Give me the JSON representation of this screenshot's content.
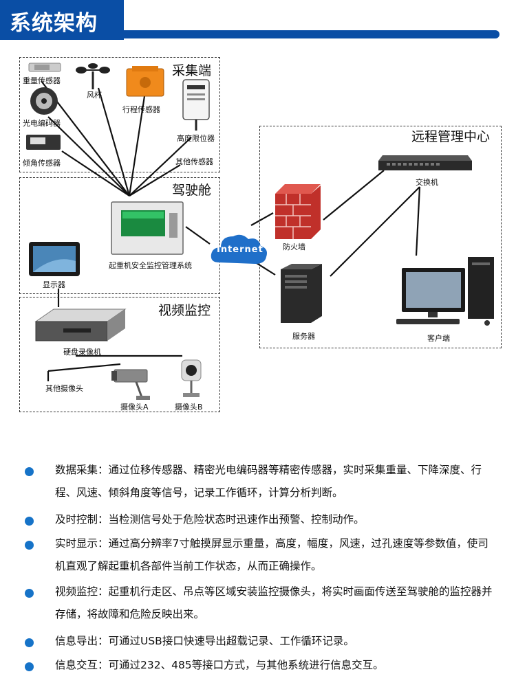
{
  "header": {
    "title": "系统架构"
  },
  "zones": {
    "collect": "采集端",
    "cab": "驾驶舱",
    "video": "视频监控",
    "remote": "远程管理中心"
  },
  "devices": {
    "weight_sensor": "重量传感器",
    "wind_cup": "风杯",
    "travel_sensor": "行程传感器",
    "encoder": "光电编码器",
    "height_limiter": "高度限位器",
    "tilt_sensor": "倾角传感器",
    "other_sensor": "其他传感器",
    "monitor_system": "起重机安全监控管理系统",
    "display": "显示器",
    "dvr": "硬盘录像机",
    "other_camera": "其他摄像头",
    "camera_a": "摄像头A",
    "camera_b": "摄像头B",
    "internet": "Internet",
    "switch": "交换机",
    "firewall": "防火墙",
    "server": "服务器",
    "client": "客户端"
  },
  "colors": {
    "brand": "#0a4ea5",
    "bullet": "#1673c8",
    "cloud": "#1f6fc9"
  },
  "features": [
    {
      "text": "数据采集：通过位移传感器、精密光电编码器等精密传感器，实时采集重量、下降深度、行程、风速、倾斜角度等信号，记录工作循环，计算分析判断。"
    },
    {
      "text": "及时控制：当检测信号处于危险状态时迅速作出预警、控制动作。"
    },
    {
      "text": "实时显示：通过高分辨率7寸触摸屏显示重量，高度，幅度，风速，过孔速度等参数值，使司机直观了解起重机各部件当前工作状态，从而正确操作。"
    },
    {
      "text": "视频监控：起重机行走区、吊点等区域安装监控摄像头，将实时画面传送至驾驶舱的监控器并存储，将故障和危险反映出来。"
    },
    {
      "text": "信息导出：可通过USB接口快速导出超载记录、工作循环记录。"
    },
    {
      "text": "信息交互：可通过232、485等接口方式，与其他系统进行信息交互。"
    }
  ]
}
